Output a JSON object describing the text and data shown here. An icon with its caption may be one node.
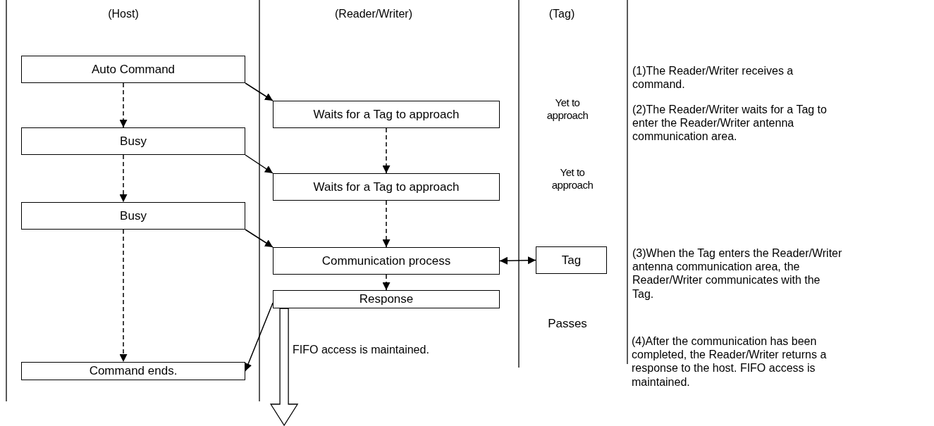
{
  "diagram": {
    "nodes": [
      {
        "text": [
          "Auto Command"
        ]
      },
      {
        "text": [
          "Waits for a Tag to approach"
        ]
      },
      {
        "text": [
          "Busy"
        ]
      },
      {
        "text": [
          "Waits for a Tag to approach"
        ]
      },
      {
        "text": [
          "Busy"
        ]
      },
      {
        "text": [
          "Communication process"
        ]
      },
      {
        "text": [
          "Tag"
        ]
      },
      {
        "text": [
          "Response"
        ]
      },
      {
        "text": [
          "Command ends."
        ]
      }
    ],
    "edges": [
      {
        "from": 0,
        "to": 2,
        "arrow": "to",
        "style": "dashed"
      },
      {
        "from": 0,
        "to": 1,
        "arrow": "to"
      },
      {
        "from": 2,
        "to": 4,
        "arrow": "to",
        "style": "dashed"
      },
      {
        "from": 2,
        "to": 3,
        "arrow": "to"
      },
      {
        "from": 1,
        "to": 3,
        "arrow": "to",
        "style": "dashed"
      },
      {
        "from": 4,
        "to": 8,
        "arrow": "to",
        "style": "dashed"
      },
      {
        "from": 4,
        "to": 5,
        "arrow": "to"
      },
      {
        "from": 3,
        "to": 5,
        "arrow": "to",
        "style": "dashed"
      },
      {
        "from": 5,
        "to": 6,
        "arrow": "both"
      },
      {
        "from": 5,
        "to": 7,
        "arrow": "to",
        "style": "dashed"
      },
      {
        "from": 7,
        "to": 8,
        "arrow": "to"
      },
      {
        "from": 7,
        "to": null,
        "arrow": "to",
        "style": "thick",
        "label": "FIFO access is maintained."
      }
    ],
    "labels": [
      "(Host)",
      "(Reader/Writer)",
      "(Tag)",
      "(1)The Reader/Writer receives a command.",
      "Yet to approach",
      "(2)The Reader/Writer waits for a Tag to enter the Reader/Writer antenna communication area.",
      "Yet to approach",
      "(3)When the Tag enters the Reader/Writer antenna communication area, the Reader/Writer communicates with the Tag.",
      "Passes",
      "(4)After the communication has been completed, the Reader/Writer returns a response to the host. FIFO access is maintained."
    ]
  }
}
